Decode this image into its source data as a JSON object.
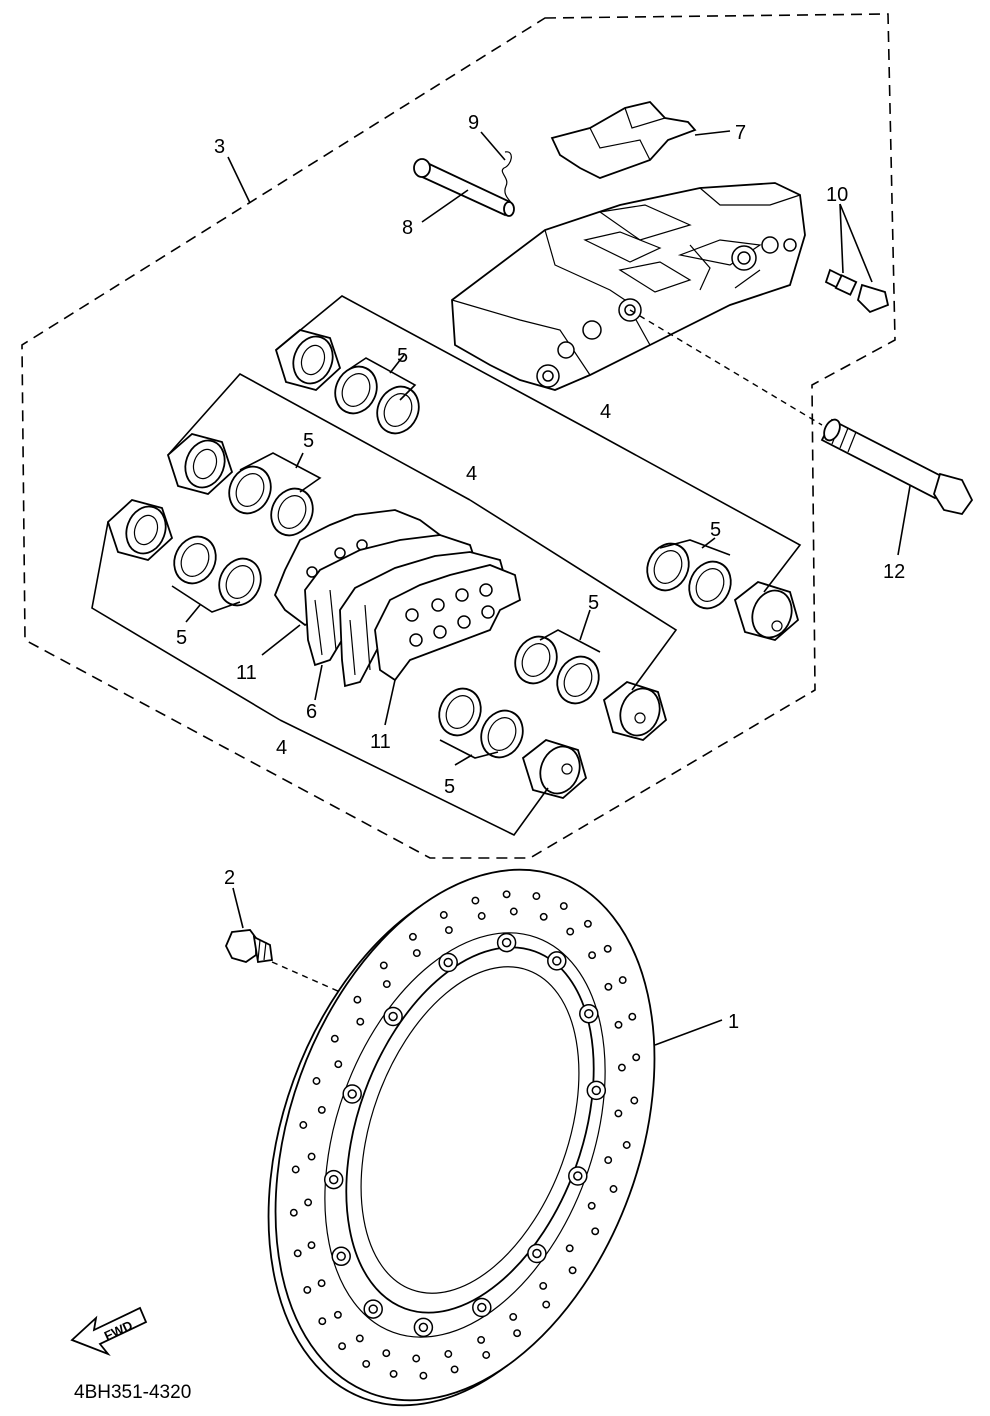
{
  "callouts": {
    "c1": "1",
    "c2": "2",
    "c3": "3",
    "c4a": "4",
    "c4b": "4",
    "c4c": "4",
    "c5a": "5",
    "c5b": "5",
    "c5c": "5",
    "c5d": "5",
    "c5e": "5",
    "c5f": "5",
    "c6": "6",
    "c7": "7",
    "c8": "8",
    "c9": "9",
    "c10": "10",
    "c11a": "11",
    "c11b": "11",
    "c12": "12"
  },
  "fwd_label": "FWD",
  "diagram_code": "4BH351-4320"
}
